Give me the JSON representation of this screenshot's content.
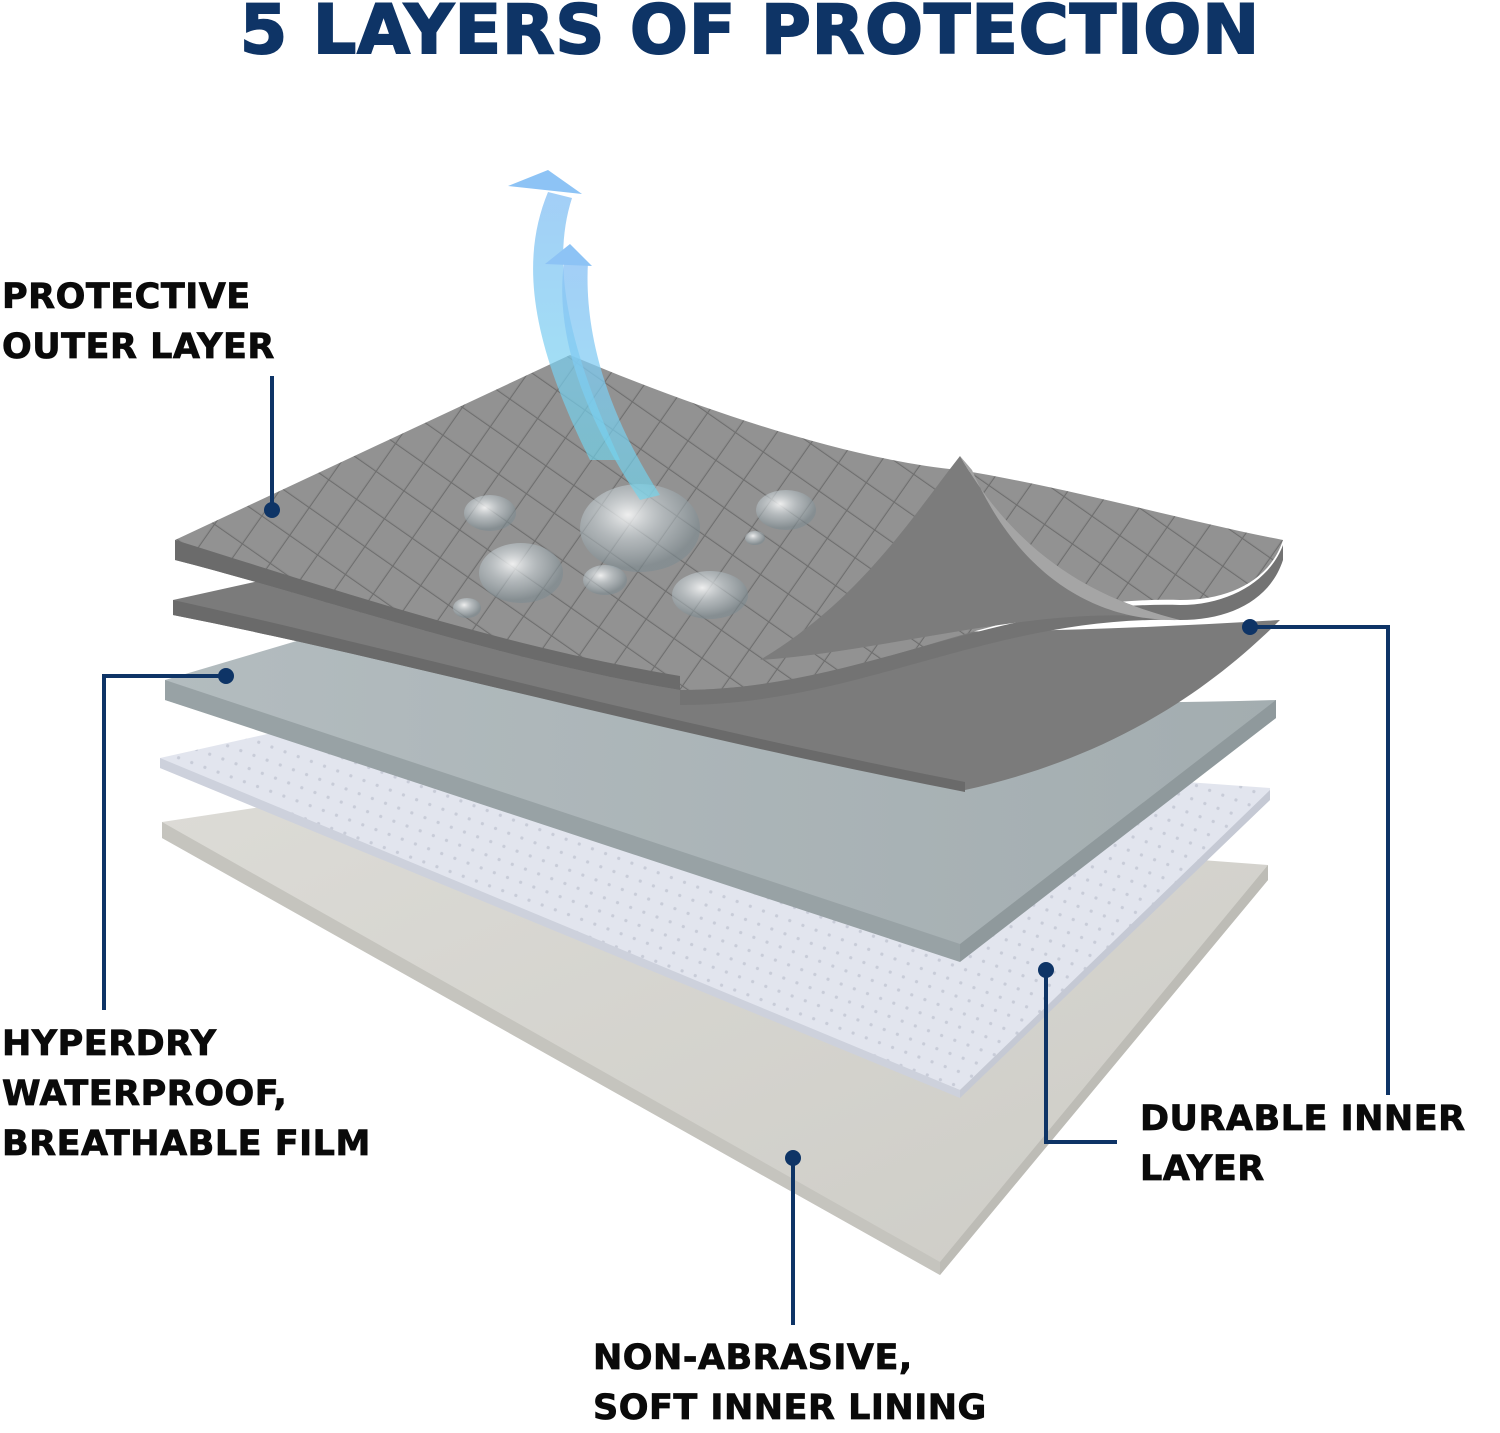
{
  "title": "5 LAYERS OF PROTECTION",
  "colors": {
    "title": "#0e3466",
    "leader_line": "#0e3466",
    "label_text": "#0a0a0a",
    "outer_layer": "#8a8a8a",
    "dark_layer": "#7a7a7a",
    "film_layer": "#a9b3b6",
    "durable_layer": "#dfe2ea",
    "lining_layer": "#d6d5d0",
    "arrow": "#8fcdf5"
  },
  "labels": {
    "outer": {
      "line1": "PROTECTIVE",
      "line2": "OUTER LAYER"
    },
    "film": {
      "line1": "HYPERDRY",
      "line2": "WATERPROOF,",
      "line3": "BREATHABLE FILM"
    },
    "durable": {
      "line1": "DURABLE INNER",
      "line2": "LAYER"
    },
    "lining": {
      "line1": "NON-ABRASIVE,",
      "line2": "SOFT INNER LINING"
    }
  }
}
